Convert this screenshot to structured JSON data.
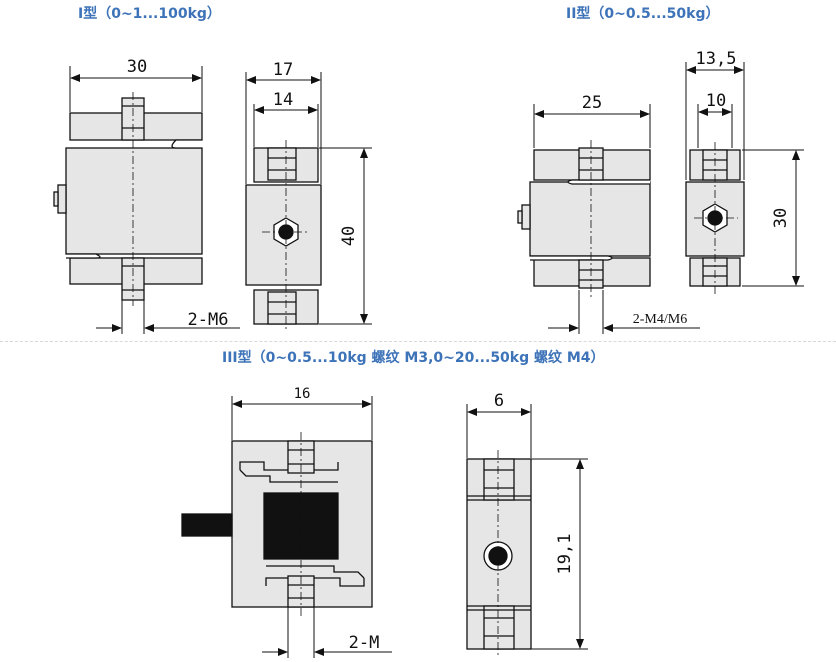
{
  "sections": {
    "type1": {
      "title": "I型（0~1...100kg）"
    },
    "type2": {
      "title": "II型（0~0.5...50kg）"
    },
    "type3": {
      "title": "III型（0~0.5...10kg 螺纹 M3,0~20...50kg 螺纹 M4）"
    }
  },
  "dimensions": {
    "type1": {
      "front_width": "30",
      "side_width_outer": "17",
      "side_width_inner": "14",
      "height": "40",
      "thread": "2-M6"
    },
    "type2": {
      "front_width": "25",
      "side_width_outer": "13,5",
      "side_width_inner": "10",
      "height": "30",
      "thread": "2-M4/M6"
    },
    "type3": {
      "front_width": "16",
      "side_width": "6",
      "height": "19,1",
      "thread": "2-M"
    }
  },
  "colors": {
    "title": "#3d73b8",
    "line": "#111111",
    "fill": "#e6e6e6"
  }
}
